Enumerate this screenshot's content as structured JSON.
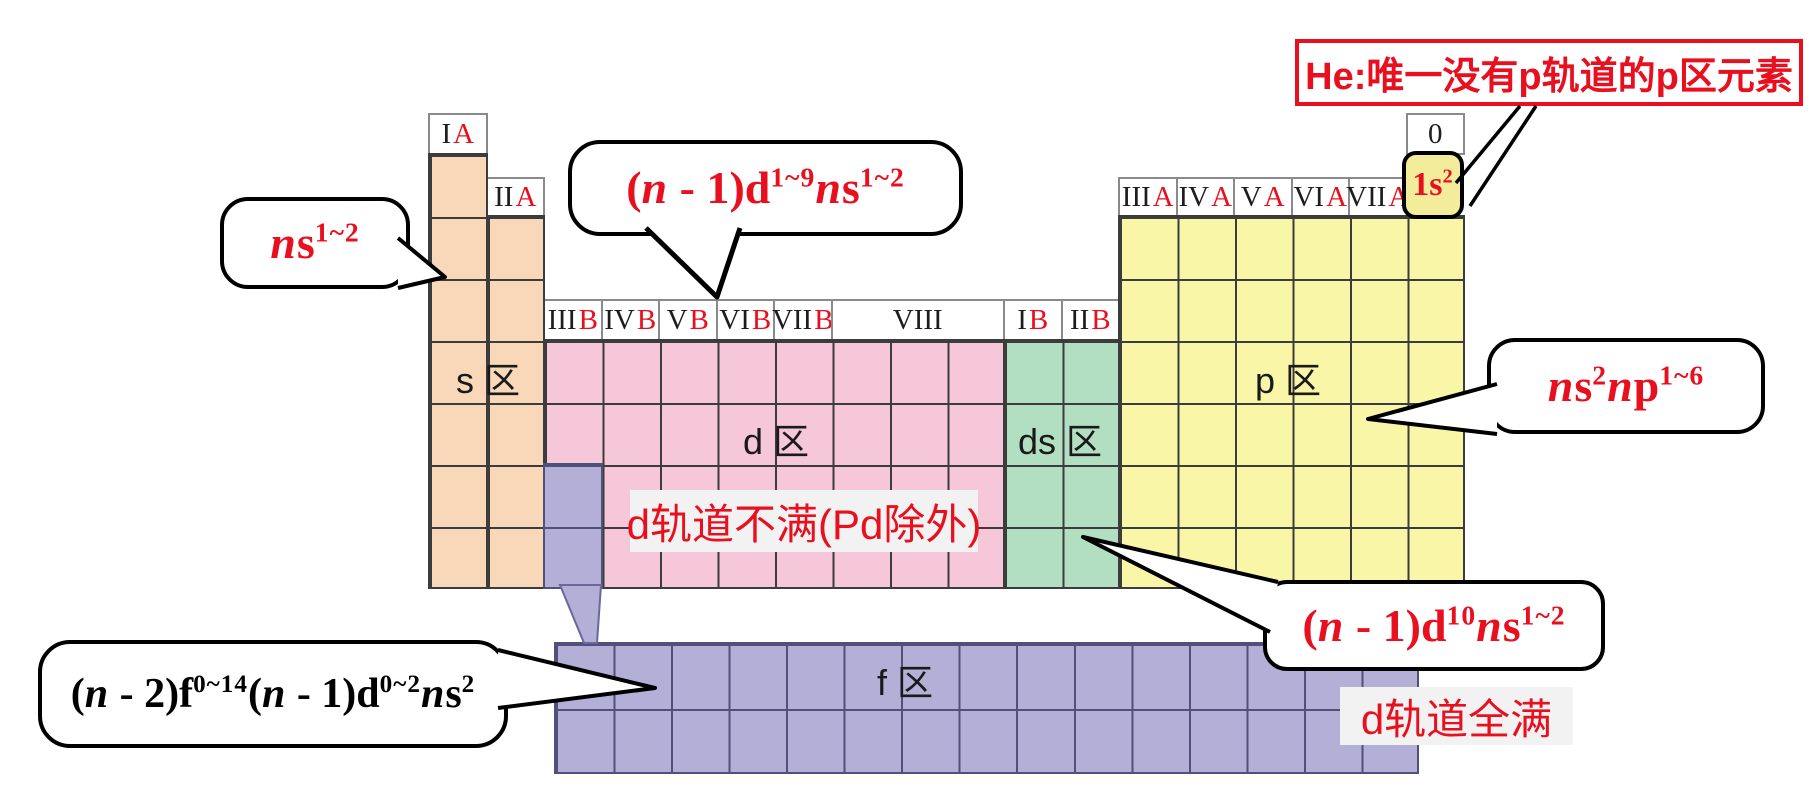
{
  "he_note": {
    "text": "He:唯一没有p轨道的p区元素"
  },
  "group_headers": {
    "top": [
      {
        "roman": "I",
        "letter": "A",
        "col": 1
      },
      {
        "roman": "0",
        "letter": "",
        "col": 18
      }
    ],
    "mid": [
      {
        "roman": "II",
        "letter": "A",
        "col": 2
      },
      {
        "roman": "III",
        "letter": "A",
        "col": 13
      },
      {
        "roman": "IV",
        "letter": "A",
        "col": 14
      },
      {
        "roman": "V",
        "letter": "A",
        "col": 15
      },
      {
        "roman": "VI",
        "letter": "A",
        "col": 16
      },
      {
        "roman": "VII",
        "letter": "A",
        "col": 17
      }
    ],
    "b": [
      {
        "roman": "III",
        "letter": "B",
        "col": 3
      },
      {
        "roman": "IV",
        "letter": "B",
        "col": 4
      },
      {
        "roman": "V",
        "letter": "B",
        "col": 5
      },
      {
        "roman": "VI",
        "letter": "B",
        "col": 6
      },
      {
        "roman": "VII",
        "letter": "B",
        "col": 7
      },
      {
        "roman": "VIII",
        "letter": "",
        "col": 8,
        "span": 3
      },
      {
        "roman": "I",
        "letter": "B",
        "col": 11
      },
      {
        "roman": "II",
        "letter": "B",
        "col": 12
      }
    ]
  },
  "blocks": {
    "s": {
      "label": "s 区",
      "color": "#f8d8b8"
    },
    "d": {
      "label": "d 区",
      "color": "#f6c6d9"
    },
    "ds": {
      "label": "ds 区",
      "color": "#b2dec2"
    },
    "p": {
      "label": "p 区",
      "color": "#f9f6a8"
    },
    "f": {
      "label": "f 区",
      "color": "#b3afd7"
    }
  },
  "he_cell": {
    "formula": [
      [
        "n",
        "1s"
      ],
      [
        "sup",
        "2"
      ]
    ]
  },
  "callouts": {
    "s_block": {
      "formula": [
        [
          "i",
          "n"
        ],
        [
          "n",
          "s"
        ],
        [
          "sup",
          "1~2"
        ]
      ]
    },
    "d_block": {
      "formula": [
        [
          "n",
          "("
        ],
        [
          "i",
          "n"
        ],
        [
          "n",
          " - 1)d"
        ],
        [
          "sup",
          "1~9"
        ],
        [
          "i",
          "n"
        ],
        [
          "n",
          "s"
        ],
        [
          "sup",
          "1~2"
        ]
      ]
    },
    "p_block": {
      "formula": [
        [
          "i",
          "n"
        ],
        [
          "n",
          "s"
        ],
        [
          "sup",
          "2"
        ],
        [
          "i",
          "n"
        ],
        [
          "n",
          "p"
        ],
        [
          "sup",
          "1~6"
        ]
      ]
    },
    "ds_block": {
      "formula": [
        [
          "n",
          "("
        ],
        [
          "i",
          "n"
        ],
        [
          "n",
          " - 1)d"
        ],
        [
          "sup",
          "10"
        ],
        [
          "i",
          "n"
        ],
        [
          "n",
          "s"
        ],
        [
          "sup",
          "1~2"
        ]
      ]
    },
    "f_block": {
      "formula": [
        [
          "n",
          "("
        ],
        [
          "i",
          "n"
        ],
        [
          "n",
          " - 2)f"
        ],
        [
          "sup",
          "0~14"
        ],
        [
          "n",
          "("
        ],
        [
          "i",
          "n"
        ],
        [
          "n",
          " - 1)d"
        ],
        [
          "sup",
          "0~2"
        ],
        [
          "i",
          "n"
        ],
        [
          "n",
          "s"
        ],
        [
          "sup",
          "2"
        ]
      ]
    }
  },
  "notes": {
    "d_unfilled": "d轨道不满(Pd除外)",
    "d_filled": "d轨道全满"
  },
  "colors": {
    "red": "#e8101e",
    "label_bg": "#f2f2f2",
    "he_cell_bg": "#f2ec9b"
  }
}
